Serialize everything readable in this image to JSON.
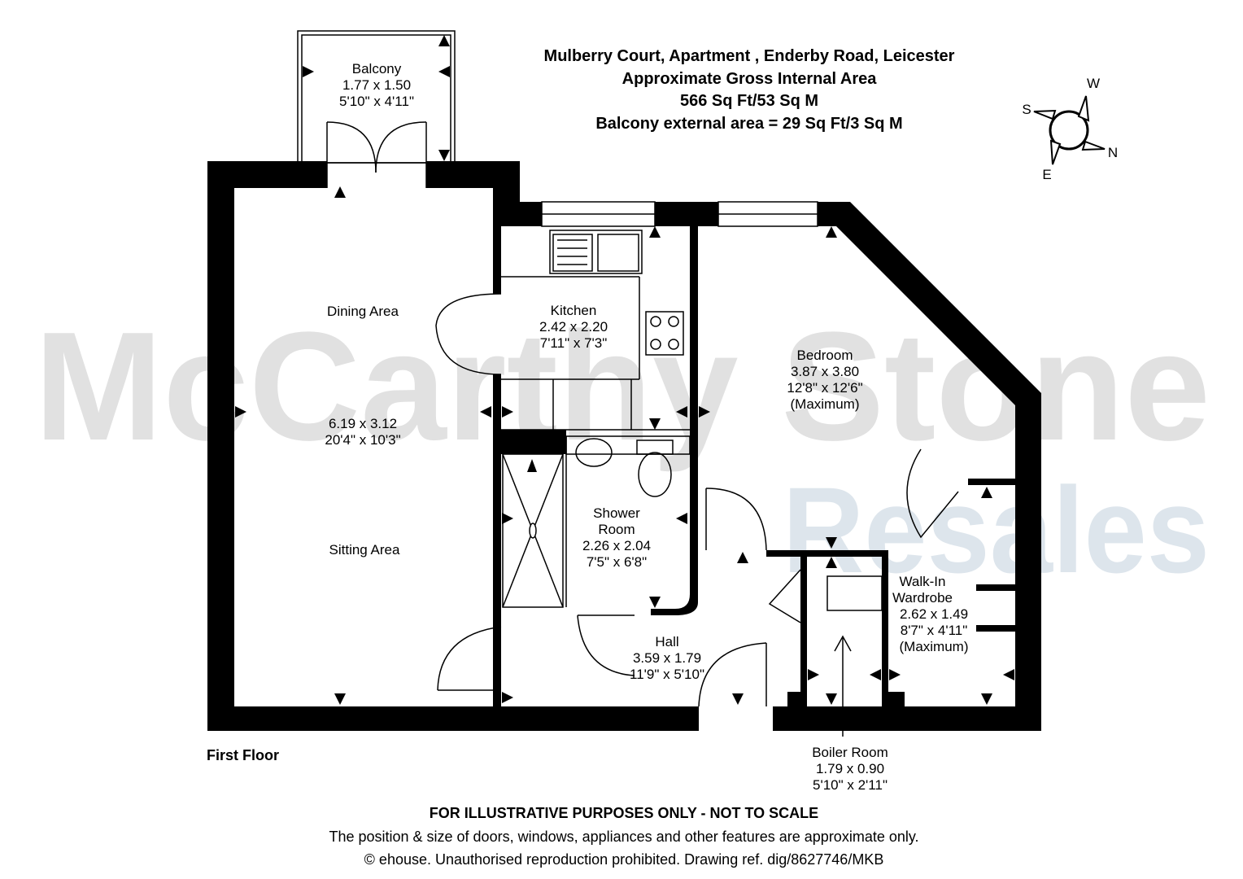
{
  "header": {
    "title": "Mulberry Court, Apartment , Enderby Road, Leicester",
    "subtitle": "Approximate Gross Internal Area",
    "area": "566 Sq Ft/53 Sq M",
    "balcony_area": "Balcony external area = 29 Sq Ft/3 Sq M"
  },
  "watermark": {
    "line1": "McCarthy Stone",
    "line2": "Resales",
    "color1": "#e1e1e1",
    "color2": "#dde5ec"
  },
  "compass": {
    "icon": "compass-icon",
    "w": "W",
    "s": "S",
    "n": "N",
    "e": "E"
  },
  "floor_label": "First Floor",
  "rooms": {
    "balcony": {
      "name": "Balcony",
      "metric": "1.77 x 1.50",
      "imperial": "5'10\" x 4'11\""
    },
    "dining": {
      "name": "Dining Area"
    },
    "living": {
      "metric": "6.19 x 3.12",
      "imperial": "20'4\" x 10'3\""
    },
    "sitting": {
      "name": "Sitting Area"
    },
    "kitchen": {
      "name": "Kitchen",
      "metric": "2.42 x 2.20",
      "imperial": "7'11\" x 7'3\""
    },
    "bedroom": {
      "name": "Bedroom",
      "metric": "3.87 x 3.80",
      "imperial": "12'8\" x 12'6\"",
      "note": "(Maximum)"
    },
    "shower": {
      "name1": "Shower",
      "name2": "Room",
      "metric": "2.26 x 2.04",
      "imperial": "7'5\" x 6'8\""
    },
    "hall": {
      "name": "Hall",
      "metric": "3.59 x 1.79",
      "imperial": "11'9\" x 5'10\""
    },
    "wardrobe": {
      "name1": "Walk-In",
      "name2": "Wardrobe",
      "metric": "2.62 x 1.49",
      "imperial": "8'7\" x 4'11\"",
      "note": "(Maximum)"
    },
    "boiler": {
      "name": "Boiler Room",
      "metric": "1.79 x 0.90",
      "imperial": "5'10\" x 2'11\""
    }
  },
  "footer": {
    "disclaimer": "FOR ILLUSTRATIVE PURPOSES ONLY - NOT TO SCALE",
    "note": "The position & size of doors, windows, appliances and other features are approximate only.",
    "copyright": "© ehouse. Unauthorised reproduction prohibited. Drawing ref. dig/8627746/MKB"
  }
}
